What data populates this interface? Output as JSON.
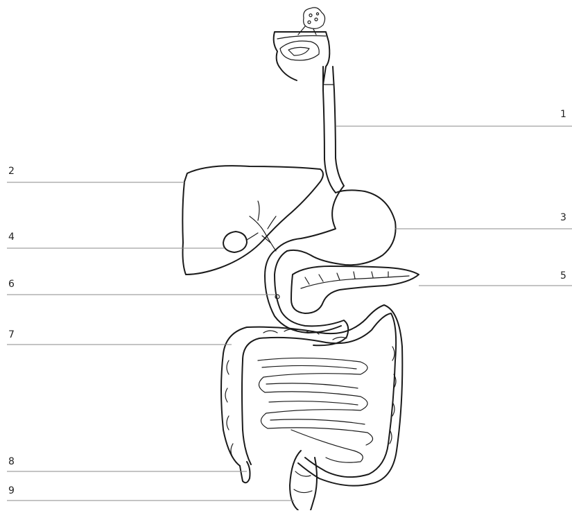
{
  "labels": [
    {
      "id": "1",
      "text": "1"
    },
    {
      "id": "2",
      "text": "2"
    },
    {
      "id": "3",
      "text": "3"
    },
    {
      "id": "4",
      "text": "4"
    },
    {
      "id": "5",
      "text": "5"
    },
    {
      "id": "6",
      "text": "6"
    },
    {
      "id": "7",
      "text": "7"
    },
    {
      "id": "8",
      "text": "8"
    },
    {
      "id": "9",
      "text": "9"
    }
  ],
  "colors": {
    "line": "#1a1a1a",
    "leader": "#8a8a8a",
    "background": "#ffffff"
  }
}
